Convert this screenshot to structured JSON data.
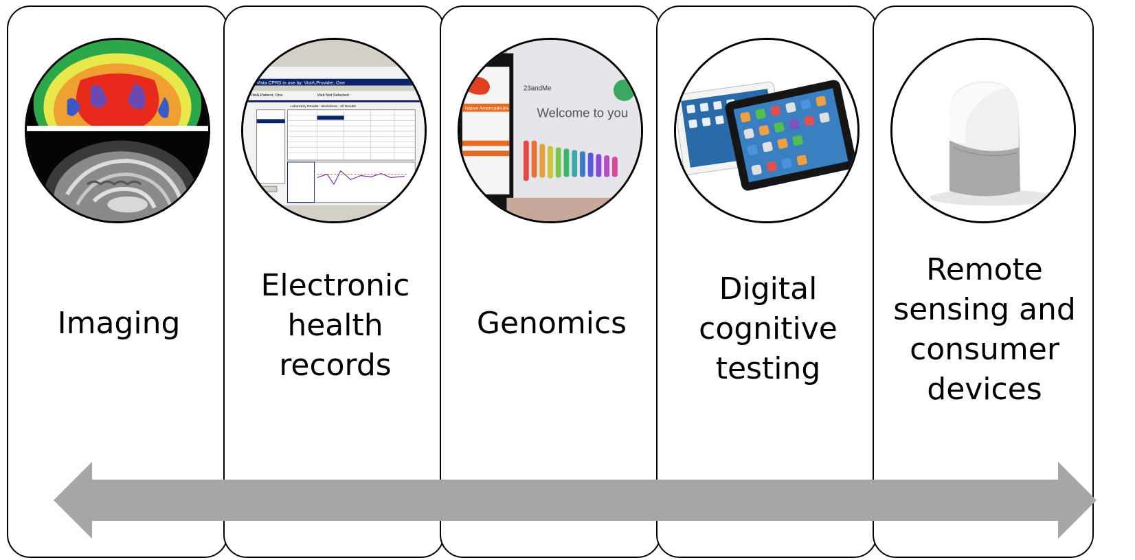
{
  "panels": [
    {
      "id": "imaging",
      "label_lines": [
        "Imaging"
      ],
      "image": "brain-scan-image"
    },
    {
      "id": "ehr",
      "label_lines": [
        "Electronic",
        "health",
        "records"
      ],
      "image": "ehr-screenshot-image"
    },
    {
      "id": "genomics",
      "label_lines": [
        "Genomics"
      ],
      "image": "genetic-test-kit-image"
    },
    {
      "id": "cognitive",
      "label_lines": [
        "Digital",
        "cognitive",
        "testing"
      ],
      "image": "tablet-devices-image"
    },
    {
      "id": "remote",
      "label_lines": [
        "Remote",
        "sensing and",
        "consumer",
        "devices"
      ],
      "image": "smart-speaker-image"
    }
  ],
  "arrow": {
    "type": "double-headed",
    "color": "#a6a6a6",
    "icon": "double-arrow-icon"
  },
  "ehr_screen": {
    "window_title": "Vista CPRS in use by: VistA,Provider, One",
    "patient": "VistA,Patient, One",
    "visit": "Visit Not Selected",
    "header": "Laboratory Results - Worksheet - All Results"
  },
  "genomics_screen": {
    "brand": "23andMe",
    "welcome": "Welcome to you",
    "region": "Native American",
    "percent": "94.8%"
  }
}
